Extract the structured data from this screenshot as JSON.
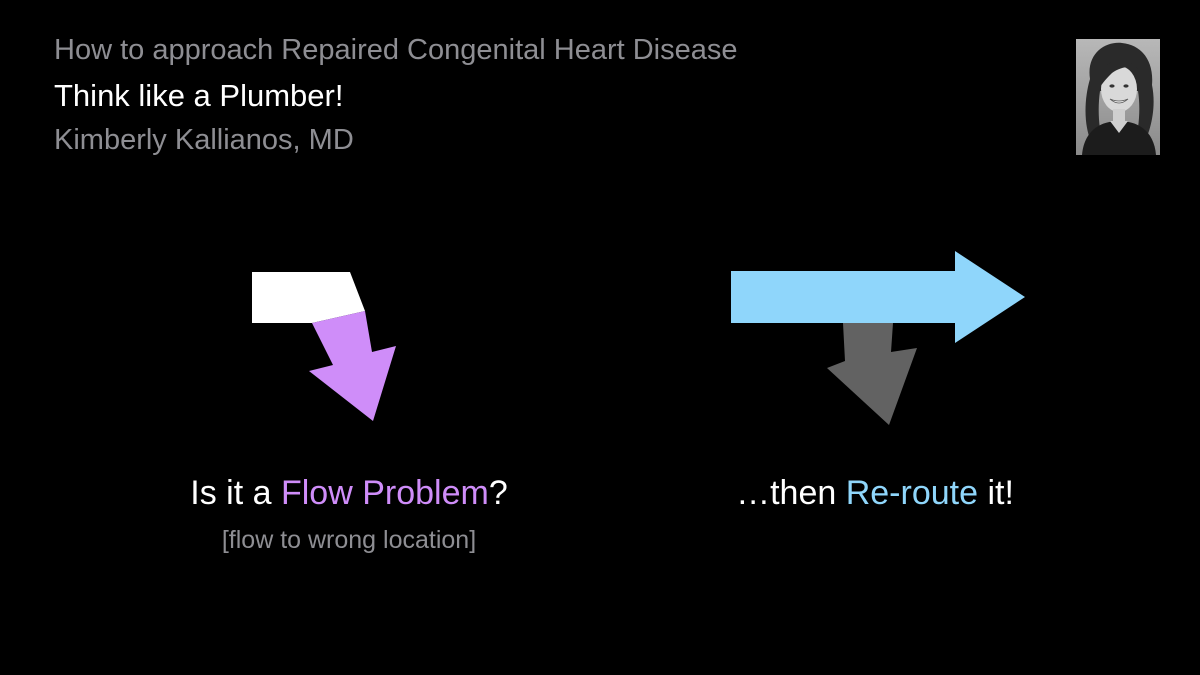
{
  "header": {
    "supertitle": "How to approach Repaired Congenital Heart Disease",
    "title": "Think like a Plumber!",
    "author": "Kimberly Kallianos, MD"
  },
  "left_panel": {
    "question_prefix": "Is it a ",
    "question_highlight": "Flow Problem",
    "question_suffix": "?",
    "note": "[flow to wrong location]",
    "arrow_colors": {
      "inflow": "#ffffff",
      "diverted": "#cf8df9"
    }
  },
  "right_panel": {
    "answer_prefix": "…then ",
    "answer_highlight": "Re-route",
    "answer_suffix": " it!",
    "arrow_colors": {
      "rerouted": "#8fd6fb",
      "residual": "#626262"
    }
  },
  "colors": {
    "background": "#000000",
    "heading_gray": "#8e8e93",
    "text_white": "#ffffff",
    "purple": "#cf8df9",
    "blue": "#8fd6fb",
    "dark_gray": "#626262"
  },
  "icons": {
    "left_arrow": "bent-down-arrow",
    "right_arrow": "right-arrow",
    "right_secondary_arrow": "down-arrow",
    "portrait": "presenter-photo"
  }
}
